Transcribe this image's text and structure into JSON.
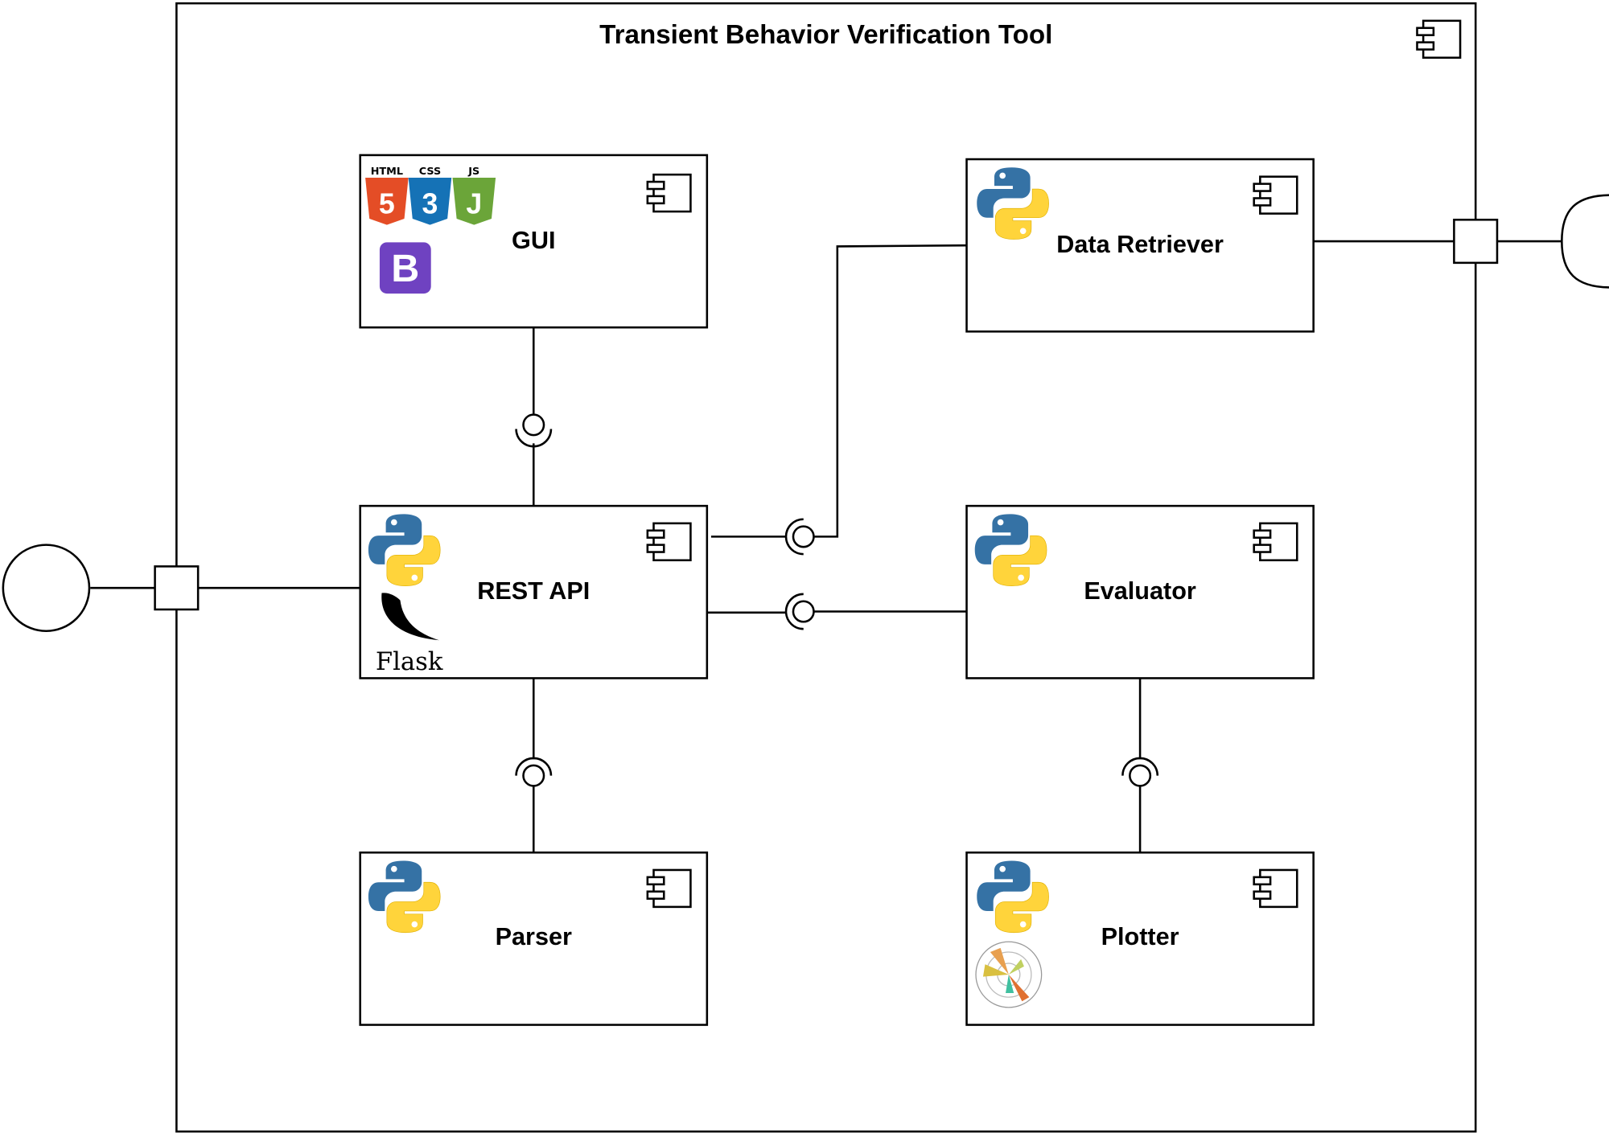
{
  "title": "Transient Behavior Verification Tool",
  "components": {
    "gui": {
      "label": "GUI",
      "tech": [
        "HTML",
        "CSS",
        "JS"
      ],
      "icons": [
        "html5-icon",
        "css3-icon",
        "javascript-icon",
        "bootstrap-icon"
      ]
    },
    "data_retriever": {
      "label": "Data Retriever",
      "icons": [
        "python-icon"
      ]
    },
    "rest_api": {
      "label": "REST API",
      "flask_text": "Flask",
      "icons": [
        "python-icon",
        "flask-icon"
      ]
    },
    "evaluator": {
      "label": "Evaluator",
      "icons": [
        "python-icon"
      ]
    },
    "parser": {
      "label": "Parser",
      "icons": [
        "python-icon"
      ]
    },
    "plotter": {
      "label": "Plotter",
      "icons": [
        "python-icon",
        "matplotlib-icon"
      ]
    }
  },
  "colors": {
    "html": "#e44d26",
    "css": "#1572b6",
    "js": "#6ba539",
    "bootstrap": "#6f42c1",
    "python_blue": "#3572a5",
    "python_yellow": "#ffd43b"
  }
}
